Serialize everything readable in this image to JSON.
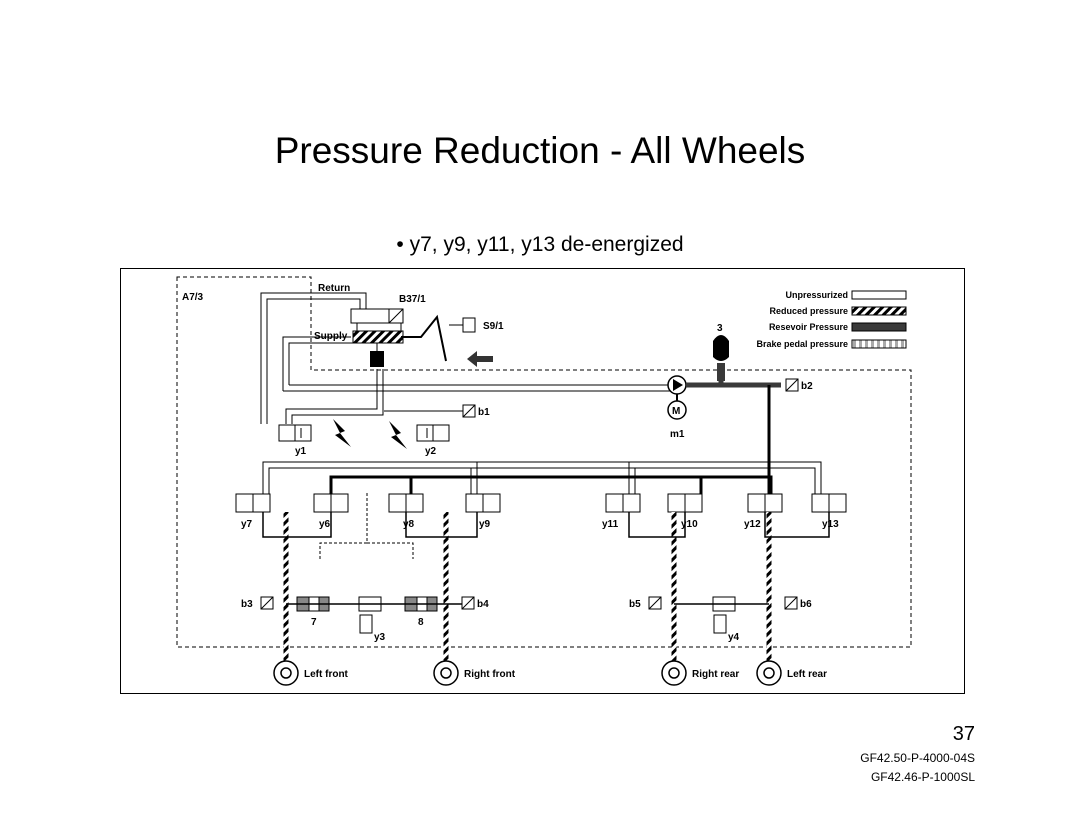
{
  "slide": {
    "title": "Pressure Reduction - All Wheels",
    "bullet": "• y7, y9, y11, y13 de-energized",
    "page_number": "37",
    "ref_codes": [
      "GF42.50-P-4000-04S",
      "GF42.46-P-1000SL"
    ]
  },
  "diagram": {
    "module_label": "A7/3",
    "return_label": "Return",
    "supply_label": "Supply",
    "b37_label": "B37/1",
    "s9_label": "S9/1",
    "reservoir_num": "3",
    "pump_label": "m1",
    "motor_label": "M",
    "legend": [
      {
        "label": "Unpressurized",
        "style": "unpressurized"
      },
      {
        "label": "Reduced pressure",
        "style": "reduced"
      },
      {
        "label": "Resevoir Pressure",
        "style": "reservoir"
      },
      {
        "label": "Brake pedal pressure",
        "style": "pedal"
      }
    ],
    "sensors": {
      "b1": "b1",
      "b2": "b2",
      "b3": "b3",
      "b4": "b4",
      "b5": "b5",
      "b6": "b6"
    },
    "valves_top": {
      "y1": "y1",
      "y2": "y2"
    },
    "valves_row": [
      "y7",
      "y6",
      "y8",
      "y9",
      "y11",
      "y10",
      "y12",
      "y13"
    ],
    "pistons": {
      "p7": "7",
      "p8": "8",
      "y3": "y3",
      "y4": "y4"
    },
    "wheels": [
      "Left front",
      "Right front",
      "Right rear",
      "Left rear"
    ],
    "colors": {
      "reservoir": "#3a3a3a",
      "line": "#000000",
      "pedal": "#bbbbbb"
    }
  }
}
